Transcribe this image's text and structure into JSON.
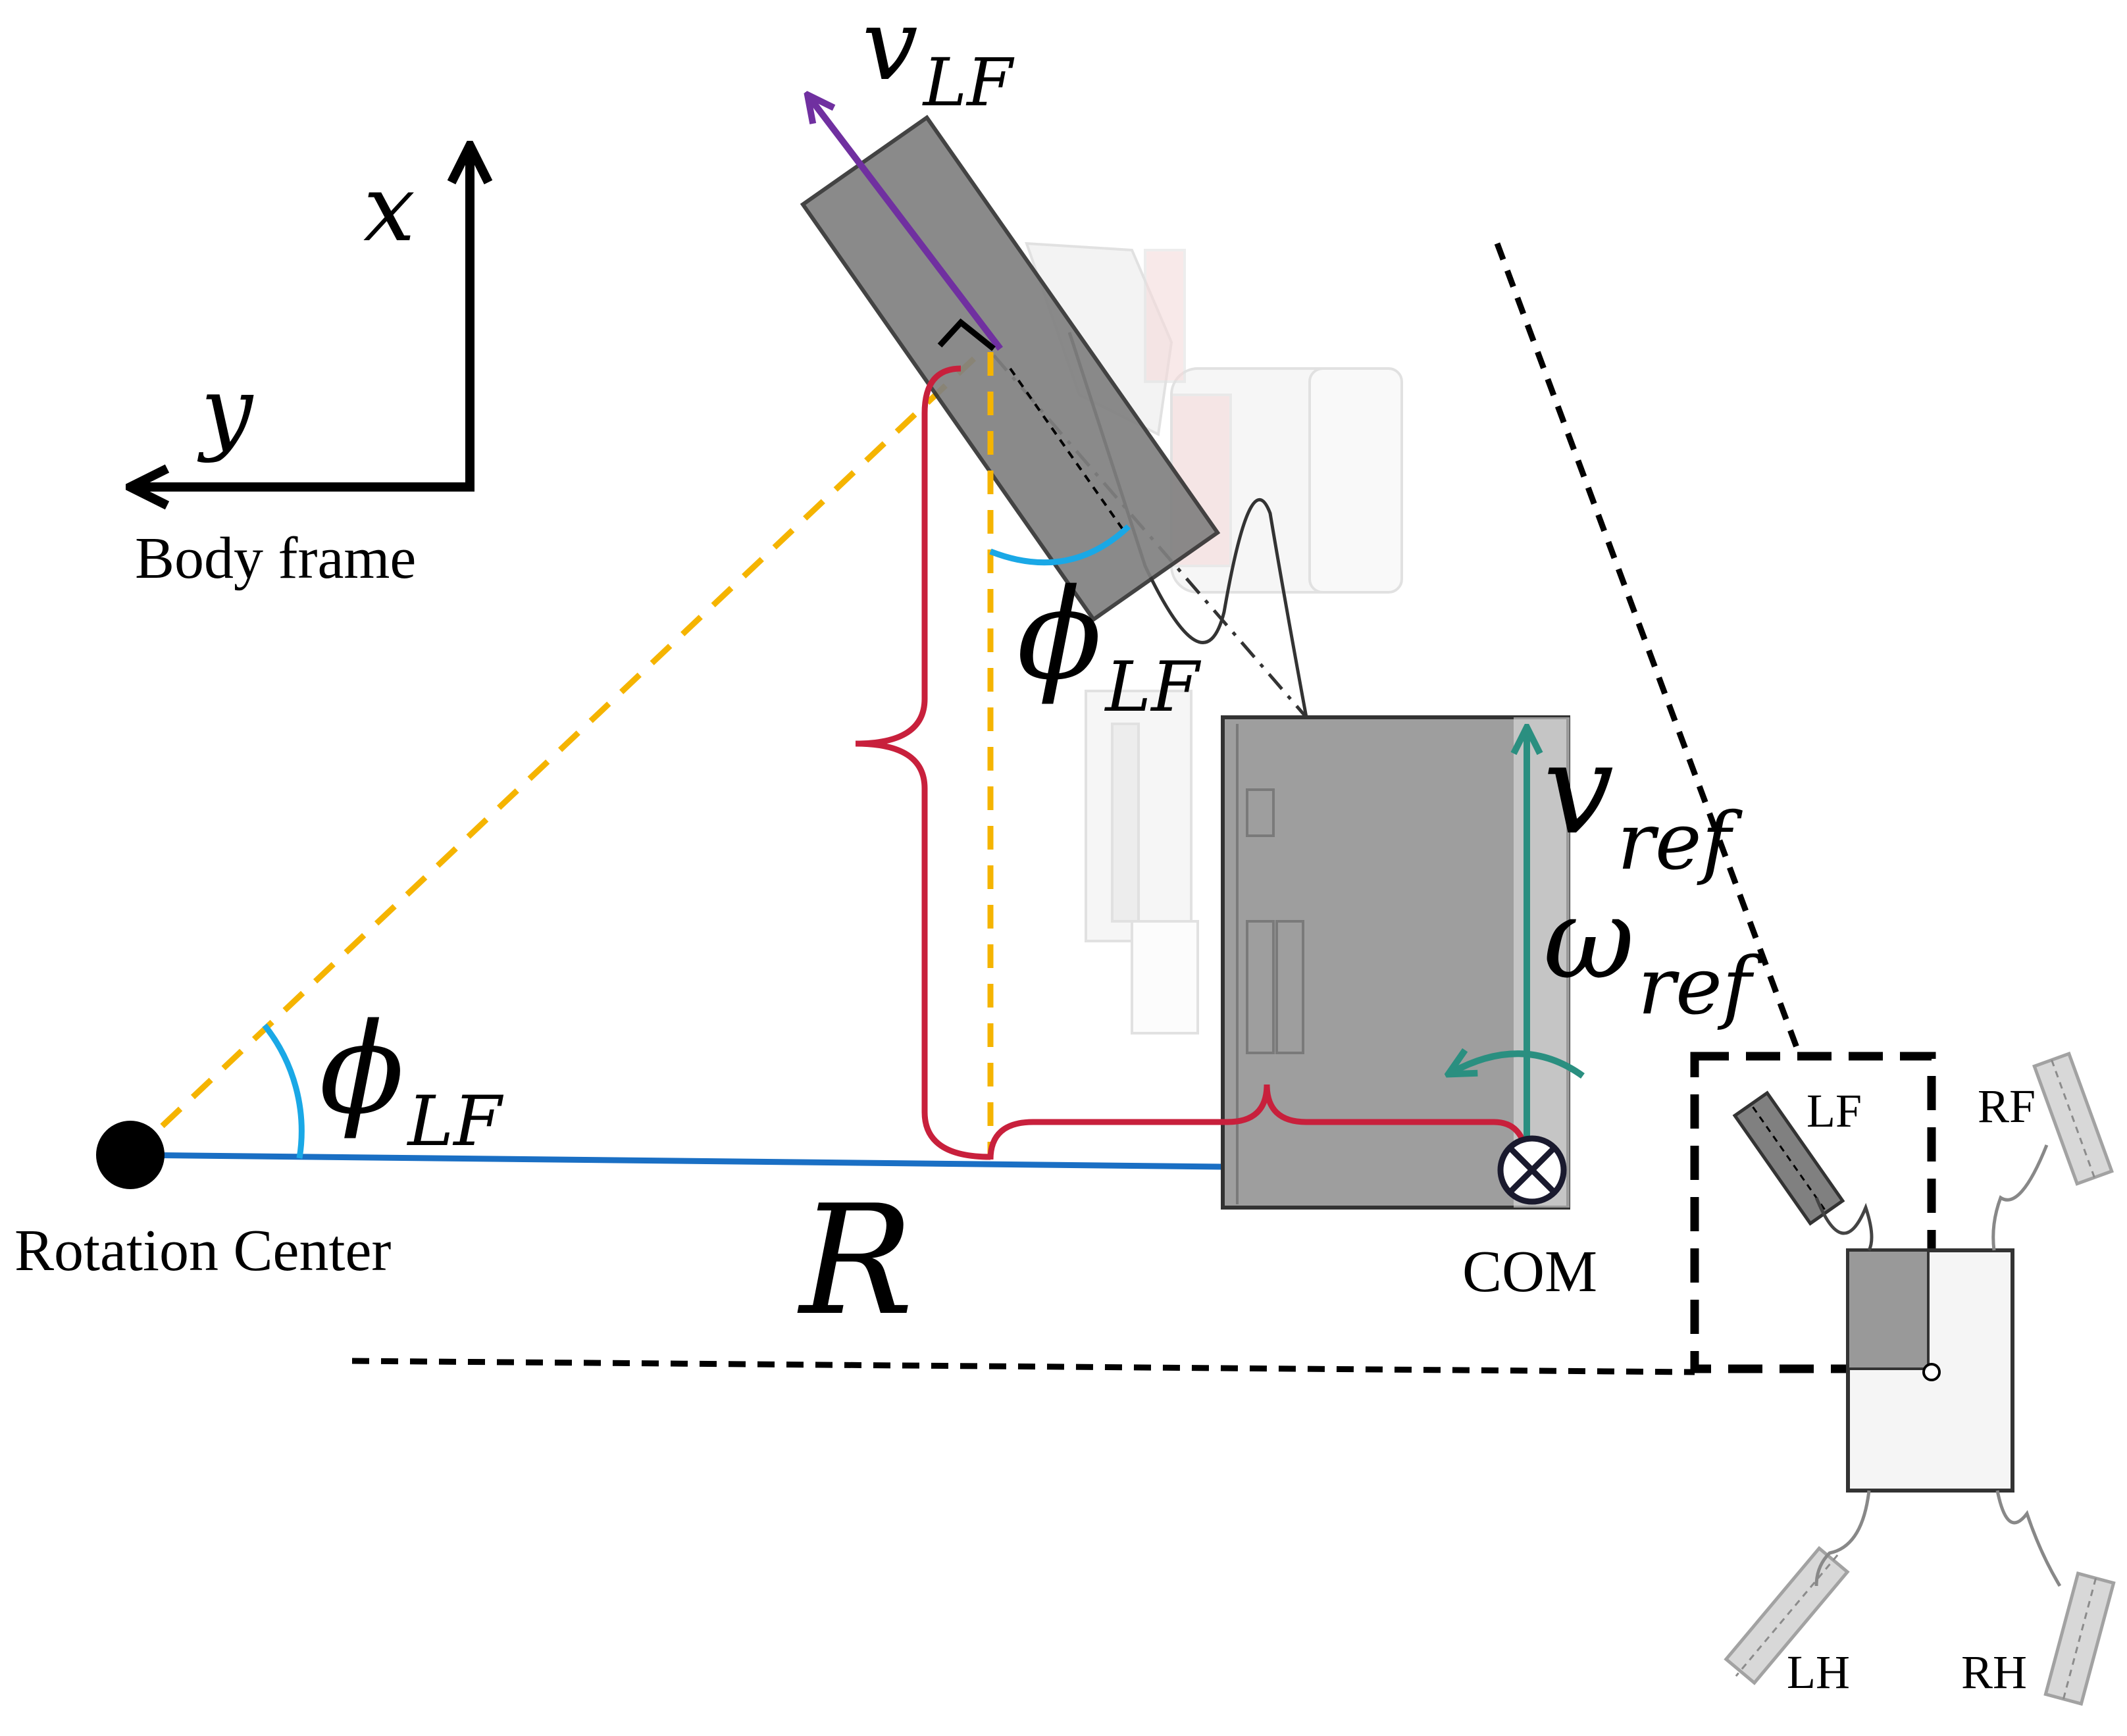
{
  "body_frame": {
    "x_label": "x",
    "y_label": "y",
    "caption": "Body frame"
  },
  "labels": {
    "rotation_center": "Rotation Center",
    "radius": "R",
    "com": "COM",
    "com_symbol": "⊗"
  },
  "math": {
    "v_lf": {
      "base": "v",
      "sub": "LF"
    },
    "phi_lf_top": {
      "base": "ϕ",
      "sub": "LF"
    },
    "phi_lf_bottom": {
      "base": "ϕ",
      "sub": "LF"
    },
    "v_ref": {
      "base": "v",
      "sub": "ref"
    },
    "omega_ref": {
      "base": "ω",
      "sub": "ref"
    }
  },
  "inset": {
    "legs": {
      "lf": "LF",
      "rf": "RF",
      "lh": "LH",
      "rh": "RH"
    }
  },
  "colors": {
    "orange_dashed": "#f5b400",
    "blue_line": "#1a6fc4",
    "angle_arc": "#1aa8e6",
    "crimson_brace": "#c8203c",
    "purple_arrow": "#7030a0",
    "teal_arrow": "#2a8f80",
    "wheel_gray": "#808080",
    "body_gray": "#9e9e9e"
  }
}
